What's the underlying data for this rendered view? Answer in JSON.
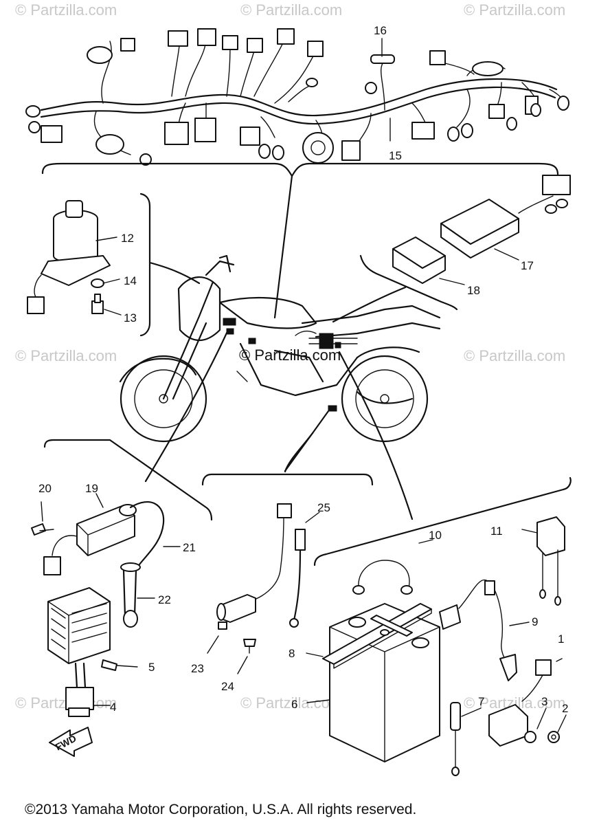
{
  "watermarks": {
    "text": "© Partzilla.com",
    "center_text": "© Partzilla.com"
  },
  "callouts": [
    {
      "label": "1"
    },
    {
      "label": "2"
    },
    {
      "label": "3"
    },
    {
      "label": "4"
    },
    {
      "label": "5"
    },
    {
      "label": "6"
    },
    {
      "label": "7"
    },
    {
      "label": "8"
    },
    {
      "label": "9"
    },
    {
      "label": "10"
    },
    {
      "label": "11"
    },
    {
      "label": "12"
    },
    {
      "label": "13"
    },
    {
      "label": "14"
    },
    {
      "label": "15"
    },
    {
      "label": "16"
    },
    {
      "label": "17"
    },
    {
      "label": "18"
    },
    {
      "label": "19"
    },
    {
      "label": "20"
    },
    {
      "label": "21"
    },
    {
      "label": "22"
    },
    {
      "label": "23"
    },
    {
      "label": "24"
    },
    {
      "label": "25"
    }
  ],
  "fwd_label": "FWD",
  "copyright": "©2013 Yamaha Motor Corporation, U.S.A. All rights reserved."
}
